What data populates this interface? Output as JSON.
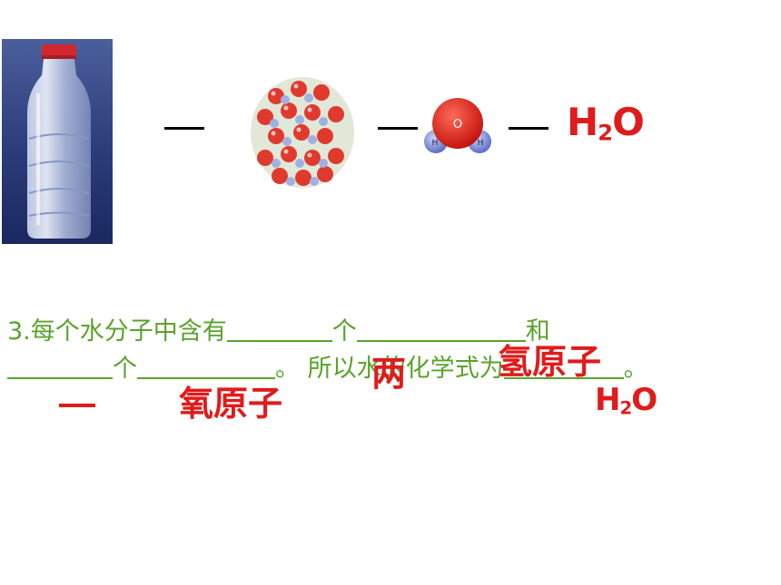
{
  "top_row": {
    "formula": {
      "base": "H",
      "sub": "2",
      "tail": "O"
    },
    "molecule_labels": {
      "o": "O",
      "h_left": "H",
      "h_right": "H"
    }
  },
  "question": {
    "line1": {
      "p1": "3.每个水分子中含有",
      "p2": "个",
      "p3": "和"
    },
    "line2": {
      "p1": "个",
      "p2": "。 所以水的化学式为",
      "p3": "。"
    }
  },
  "answers": {
    "liang": "两",
    "qing_atom": "氢原子",
    "yi": "一",
    "yang_atom": "氧原子",
    "formula": {
      "base": "H",
      "sub": "2",
      "tail": "O"
    }
  },
  "colors": {
    "question_green": "#5aa32c",
    "answer_red": "#e01b1b"
  }
}
